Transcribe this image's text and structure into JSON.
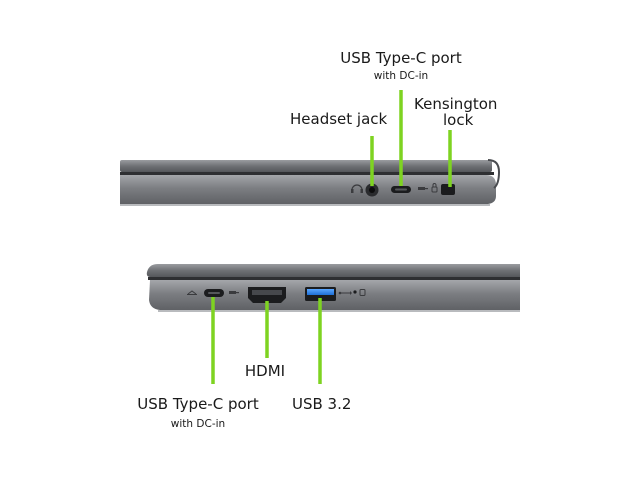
{
  "accent_color": "#7ed321",
  "chassis_color": "#6d6f73",
  "right_side": {
    "callouts": [
      {
        "id": "usbc-right",
        "title": "USB Type-C port",
        "subtitle": "with DC-in"
      },
      {
        "id": "headset",
        "title": "Headset jack"
      },
      {
        "id": "kensington",
        "title_line1": "Kensington",
        "title_line2": "lock"
      }
    ],
    "port_icons": [
      "headset-icon",
      "usb-c-icon",
      "dc-in-icon",
      "kensington-lock-icon"
    ]
  },
  "left_side": {
    "callouts": [
      {
        "id": "hdmi",
        "title": "HDMI"
      },
      {
        "id": "usbc-left",
        "title": "USB Type-C port",
        "subtitle": "with DC-in"
      },
      {
        "id": "usb32",
        "title": "USB 3.2"
      }
    ],
    "port_icons": [
      "usb-c-icon",
      "dc-in-icon",
      "hdmi-icon",
      "usb-icon",
      "power-led-icon",
      "battery-led-icon"
    ]
  }
}
